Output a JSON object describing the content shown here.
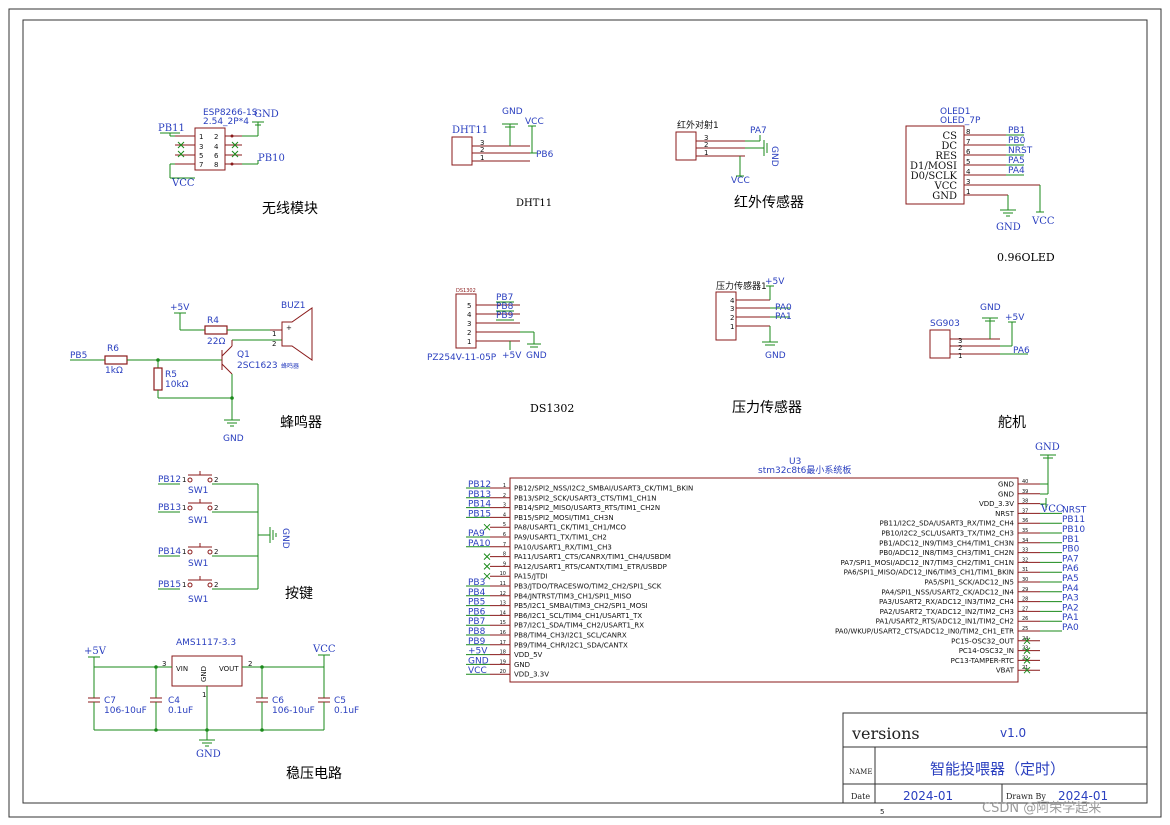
{
  "modules": {
    "wireless": {
      "title": "无线模块",
      "ref": "ESP8266-1S",
      "footprint": "2.54_2P*4",
      "pins": [
        "1",
        "2",
        "3",
        "4",
        "5",
        "6",
        "7",
        "8"
      ],
      "net_left_top": "PB11",
      "net_left_bottom": "VCC",
      "net_gnd": "GND",
      "net_right": "PB10"
    },
    "dht11": {
      "title": "DHT11",
      "ref": "DHT11",
      "pins": [
        "3",
        "2",
        "1"
      ],
      "net_gnd": "GND",
      "net_vcc": "VCC",
      "net_signal": "PB6"
    },
    "ir": {
      "title": "红外传感器",
      "ref": "红外对射1",
      "pins": [
        "3",
        "2",
        "1"
      ],
      "net_signal": "PA7",
      "net_gnd": "GND",
      "net_vcc": "VCC"
    },
    "oled": {
      "title": "0.96OLED",
      "ref": "OLED1",
      "value": "OLED_7P",
      "pins": [
        {
          "name": "CS",
          "num": "8"
        },
        {
          "name": "DC",
          "num": "7"
        },
        {
          "name": "RES",
          "num": "6"
        },
        {
          "name": "D1/MOSI",
          "num": "5"
        },
        {
          "name": "D0/SCLK",
          "num": "4"
        },
        {
          "name": "VCC",
          "num": "3"
        },
        {
          "name": "GND",
          "num": "1"
        }
      ],
      "nets": [
        "PB1",
        "PB0",
        "NRST",
        "PA5",
        "PA4"
      ],
      "net_gnd": "GND",
      "net_vcc": "VCC"
    },
    "buzzer": {
      "title": "蜂鸣器",
      "supply": "+5V",
      "r4": "R4",
      "r4_val": "22Ω",
      "r6": "R6",
      "r6_val": "1kΩ",
      "r5": "R5",
      "r5_val": "10kΩ",
      "q1": "Q1",
      "q1_val": "2SC1623",
      "buz": "BUZ1",
      "buz_val": "蜂鸣器",
      "input_net": "PB5",
      "net_gnd": "GND",
      "pin1": "1",
      "pin2": "2"
    },
    "ds1302": {
      "title": "DS1302",
      "ref": "DS1302",
      "value": "PZ254V-11-05P",
      "pins": [
        "5",
        "4",
        "3",
        "2",
        "1"
      ],
      "nets": [
        "PB7",
        "PB8",
        "PB9"
      ],
      "net_5v": "+5V",
      "net_gnd": "GND"
    },
    "pressure": {
      "title": "压力传感器",
      "ref": "压力传感器1",
      "pins": [
        "4",
        "3",
        "2",
        "1"
      ],
      "net_5v": "+5V",
      "nets": [
        "PA0",
        "PA1"
      ],
      "net_gnd": "GND"
    },
    "servo": {
      "title": "舵机",
      "ref": "SG903",
      "pins": [
        "3",
        "2",
        "1"
      ],
      "net_gnd": "GND",
      "net_5v": "+5V",
      "net_signal": "PA6"
    },
    "keys": {
      "title": "按键",
      "nets": [
        "PB12",
        "PB13",
        "PB14",
        "PB15"
      ],
      "sw": "SW1",
      "net_gnd": "GND",
      "pin1": "1",
      "pin2": "2"
    },
    "regulator": {
      "title": "稳压电路",
      "ref": "AMS1117-3.3",
      "vin": "VIN",
      "vout": "VOUT",
      "gnd": "GND",
      "pin_vin": "3",
      "pin_vout": "2",
      "pin_gnd": "1",
      "net_5v": "+5V",
      "net_vcc": "VCC",
      "net_gnd": "GND",
      "caps": [
        {
          "ref": "C7",
          "val": "106-10uF"
        },
        {
          "ref": "C4",
          "val": "0.1uF"
        },
        {
          "ref": "C6",
          "val": "106-10uF"
        },
        {
          "ref": "C5",
          "val": "0.1uF"
        }
      ]
    },
    "mcu": {
      "ref": "U3",
      "value": "stm32c8t6最小系统板",
      "left_pins": [
        {
          "num": "1",
          "name": "PB12/SPI2_NSS/I2C2_SMBAI/USART3_CK/TIM1_BKIN",
          "net": "PB12"
        },
        {
          "num": "2",
          "name": "PB13/SPI2_SCK/USART3_CTS/TIM1_CH1N",
          "net": "PB13"
        },
        {
          "num": "3",
          "name": "PB14/SPI2_MISO/USART3_RTS/TIM1_CH2N",
          "net": "PB14"
        },
        {
          "num": "4",
          "name": "PB15/SPI2_MOSI/TIM1_CH3N",
          "net": "PB15"
        },
        {
          "num": "5",
          "name": "PA8/USART1_CK/TIM1_CH1/MCO",
          "net": ""
        },
        {
          "num": "6",
          "name": "PA9/USART1_TX/TIM1_CH2",
          "net": "PA9"
        },
        {
          "num": "7",
          "name": "PA10/USART1_RX/TIM1_CH3",
          "net": "PA10"
        },
        {
          "num": "8",
          "name": "PA11/USART1_CTS/CANRX/TIM1_CH4/USBDM",
          "net": ""
        },
        {
          "num": "9",
          "name": "PA12/USART1_RTS/CANTX/TIM1_ETR/USBDP",
          "net": ""
        },
        {
          "num": "10",
          "name": "PA15/JTDI",
          "net": ""
        },
        {
          "num": "11",
          "name": "PB3/JTDO/TRACESWO/TIM2_CH2/SPI1_SCK",
          "net": "PB3"
        },
        {
          "num": "12",
          "name": "PB4/JNTRST/TIM3_CH1/SPI1_MISO",
          "net": "PB4"
        },
        {
          "num": "13",
          "name": "PB5/I2C1_SMBAI/TIM3_CH2/SPI1_MOSI",
          "net": "PB5"
        },
        {
          "num": "14",
          "name": "PB6/I2C1_SCL/TIM4_CH1/USART1_TX",
          "net": "PB6"
        },
        {
          "num": "15",
          "name": "PB7/I2C1_SDA/TIM4_CH2/USART1_RX",
          "net": "PB7"
        },
        {
          "num": "16",
          "name": "PB8/TIM4_CH3/I2C1_SCL/CANRX",
          "net": "PB8"
        },
        {
          "num": "17",
          "name": "PB9/TIM4_CHR/I2C1_SDA/CANTX",
          "net": "PB9"
        },
        {
          "num": "18",
          "name": "VDD_5V",
          "net": "+5V"
        },
        {
          "num": "19",
          "name": "GND",
          "net": "GND"
        },
        {
          "num": "20",
          "name": "VDD_3.3V",
          "net": "VCC"
        }
      ],
      "right_pins": [
        {
          "num": "40",
          "name": "GND",
          "net": ""
        },
        {
          "num": "39",
          "name": "GND",
          "net": ""
        },
        {
          "num": "38",
          "name": "VDD_3.3V",
          "net": "VCC"
        },
        {
          "num": "37",
          "name": "NRST",
          "net": "NRST"
        },
        {
          "num": "36",
          "name": "PB11/I2C2_SDA/USART3_RX/TIM2_CH4",
          "net": "PB11"
        },
        {
          "num": "35",
          "name": "PB10/I2C2_SCL/USART3_TX/TIM2_CH3",
          "net": "PB10"
        },
        {
          "num": "34",
          "name": "PB1/ADC12_IN9/TIM3_CH4/TIM1_CH3N",
          "net": "PB1"
        },
        {
          "num": "33",
          "name": "PB0/ADC12_IN8/TIM3_CH3/TIM1_CH2N",
          "net": "PB0"
        },
        {
          "num": "32",
          "name": "PA7/SPI1_MOSI/ADC12_IN7/TIM3_CH2/TIM1_CH1N",
          "net": "PA7"
        },
        {
          "num": "31",
          "name": "PA6/SPI1_MISO/ADC12_IN6/TIM3_CH1/TIM1_BKIN",
          "net": "PA6"
        },
        {
          "num": "30",
          "name": "PA5/SPI1_SCK/ADC12_IN5",
          "net": "PA5"
        },
        {
          "num": "29",
          "name": "PA4/SPI1_NSS/USART2_CK/ADC12_IN4",
          "net": "PA4"
        },
        {
          "num": "28",
          "name": "PA3/USART2_RX/ADC12_IN3/TIM2_CH4",
          "net": "PA3"
        },
        {
          "num": "27",
          "name": "PA2/USART2_TX/ADC12_IN2/TIM2_CH3",
          "net": "PA2"
        },
        {
          "num": "26",
          "name": "PA1/USART2_RTS/ADC12_IN1/TIM2_CH2",
          "net": "PA1"
        },
        {
          "num": "25",
          "name": "PA0/WKUP/USART2_CTS/ADC12_IN0/TIM2_CH1_ETR",
          "net": "PA0"
        },
        {
          "num": "24",
          "name": "PC15-OSC32_OUT",
          "net": ""
        },
        {
          "num": "23",
          "name": "PC14-OSC32_IN",
          "net": ""
        },
        {
          "num": "22",
          "name": "PC13-TAMPER-RTC",
          "net": ""
        },
        {
          "num": "21",
          "name": "VBAT",
          "net": ""
        }
      ],
      "net_gnd": "GND",
      "net_vcc": "VCC"
    }
  },
  "title_block": {
    "versions_label": "versions",
    "version": "v1.0",
    "name_label": "NAME",
    "name": "智能投喂器（定时）",
    "date_label": "Date",
    "date": "2024-01",
    "drawn_label": "Drawn By",
    "drawn": "2024-01",
    "sheet": "5"
  },
  "watermark": "CSDN @阿荣学起来"
}
